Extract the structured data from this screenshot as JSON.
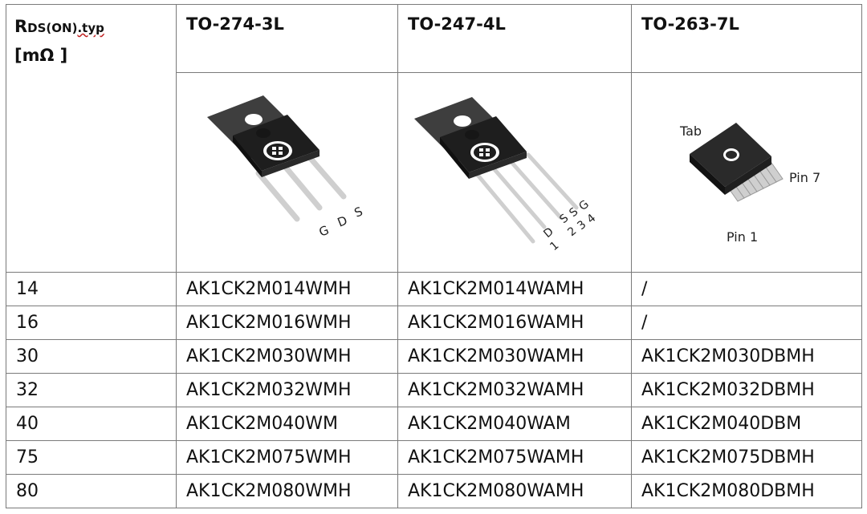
{
  "header": {
    "rds_main": "R",
    "rds_sub": "DS(ON)",
    "rds_typ": ".typ",
    "unit": "[mΩ ]",
    "packages": [
      "TO-274-3L",
      "TO-247-4L",
      "TO-263-7L"
    ]
  },
  "images": {
    "to274": {
      "pins": [
        "G",
        "D",
        "S"
      ]
    },
    "to247": {
      "pins": [
        "D",
        "S",
        "S",
        "G"
      ],
      "numbers": [
        "1",
        "2",
        "3",
        "4"
      ]
    },
    "to263": {
      "tab": "Tab",
      "pin7": "Pin 7",
      "pin1": "Pin 1"
    }
  },
  "rows": [
    {
      "rds": "14",
      "to274": "AK1CK2M014WMH",
      "to247": "AK1CK2M014WAMH",
      "to263": "/"
    },
    {
      "rds": "16",
      "to274": "AK1CK2M016WMH",
      "to247": "AK1CK2M016WAMH",
      "to263": "/"
    },
    {
      "rds": "30",
      "to274": "AK1CK2M030WMH",
      "to247": "AK1CK2M030WAMH",
      "to263": "AK1CK2M030DBMH"
    },
    {
      "rds": "32",
      "to274": "AK1CK2M032WMH",
      "to247": "AK1CK2M032WAMH",
      "to263": "AK1CK2M032DBMH"
    },
    {
      "rds": "40",
      "to274": "AK1CK2M040WM",
      "to247": "AK1CK2M040WAM",
      "to263": "AK1CK2M040DBM"
    },
    {
      "rds": "75",
      "to274": "AK1CK2M075WMH",
      "to247": "AK1CK2M075WAMH",
      "to263": "AK1CK2M075DBMH"
    },
    {
      "rds": "80",
      "to274": "AK1CK2M080WMH",
      "to247": "AK1CK2M080WAMH",
      "to263": "AK1CK2M080DBMH"
    }
  ]
}
